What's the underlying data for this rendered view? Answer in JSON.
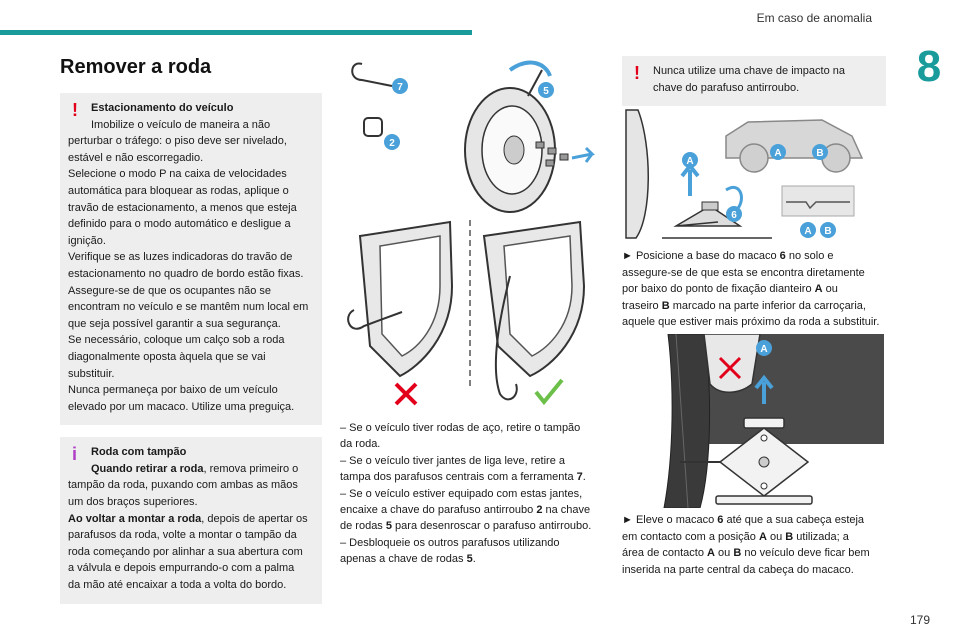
{
  "header": {
    "section": "Em caso de anomalia",
    "chapter": "8",
    "page": "179"
  },
  "title": "Remover a roda",
  "box_parking": {
    "heading": "Estacionamento do veículo",
    "lines": [
      "Imobilize o veículo de maneira a não",
      "perturbar o tráfego: o piso deve ser nivelado,",
      "estável e não escorregadio.",
      "Selecione o modo P  na caixa de velocidades",
      "automática para bloquear as rodas, aplique o",
      "travão de estacionamento, a menos que esteja",
      "definido para o modo automático e desligue a",
      "ignição.",
      "Verifique se as luzes indicadoras do travão de",
      "estacionamento no quadro de bordo estão fixas.",
      "Assegure-se de que os ocupantes não se",
      "encontram no veículo e se mantêm num local em",
      "que seja possível garantir a sua segurança.",
      "Se necessário, coloque um calço sob a roda",
      "diagonalmente oposta àquela que se vai",
      "substituir.",
      "Nunca permaneça por baixo de um veículo",
      "elevado por um macaco. Utilize uma preguiça."
    ]
  },
  "box_hubcap": {
    "heading": "Roda com tampão",
    "line1_bold": "Quando retirar a roda",
    "line1_rest": ", remova primeiro o",
    "lines_a": [
      "tampão da roda, puxando com ambas as mãos",
      "um dos braços superiores."
    ],
    "line2_bold": "Ao voltar a montar a roda",
    "line2_rest": ", depois de apertar os",
    "lines_b": [
      "parafusos da roda, volte a montar o tampão da",
      "roda começando por alinhar a sua abertura com",
      "a válvula e depois empurrando-o com a palma",
      "da mão até encaixar a toda a volta do bordo."
    ]
  },
  "mid_text": {
    "l1": "–  Se o veículo tiver rodas de aço, retire o tampão",
    "l2": "da roda.",
    "l3": "–  Se o veículo tiver jantes de liga leve, retire a",
    "l4a": "tampa dos parafusos centrais com a ferramenta ",
    "l4b": "7",
    "l4c": ".",
    "l5": "–  Se o veículo estiver equipado com estas jantes,",
    "l6a": "encaixe a chave do parafuso antirroubo ",
    "l6b": "2",
    "l6c": " na chave",
    "l7a": "de rodas ",
    "l7b": "5",
    "l7c": " para desenroscar o parafuso antirroubo.",
    "l8": "–  Desbloqueie os outros parafusos utilizando",
    "l9a": "apenas a chave de rodas ",
    "l9b": "5",
    "l9c": "."
  },
  "warning_box": {
    "l1": "Nunca utilize uma chave de impacto na",
    "l2": "chave do parafuso antirroubo."
  },
  "step1": {
    "arrow": "►",
    "l1a": "  Posicione a base do macaco ",
    "l1b": "6",
    "l1c": " no solo e",
    "l2": "assegure-se de que esta se encontra diretamente",
    "l3a": "por baixo do ponto de fixação dianteiro ",
    "l3b": "A",
    "l3c": " ou",
    "l4a": "traseiro ",
    "l4b": "B",
    "l4c": " marcado na parte inferior da carroçaria,",
    "l5": "aquele que estiver mais próximo da roda a substituir."
  },
  "step2": {
    "arrow": "►",
    "l1a": "  Eleve o macaco ",
    "l1b": "6",
    "l1c": " até que a sua cabeça esteja",
    "l2a": "em contacto com a posição ",
    "l2b": "A",
    "l2c": " ou ",
    "l2d": "B",
    "l2e": " utilizada; a",
    "l3a": "área de contacto ",
    "l3b": "A",
    "l3c": " ou ",
    "l3d": "B",
    "l3e": " no veículo deve ficar bem",
    "l4": "inserida na parte central da cabeça do macaco."
  },
  "labels": {
    "n7": "7",
    "n2": "2",
    "n5": "5",
    "n6": "6",
    "a": "A",
    "b": "B"
  },
  "colors": {
    "accent": "#1a9b9b",
    "warning": "#e3001b",
    "info": "#b03ec6",
    "callout": "#4aa0d8",
    "ok": "#6cc04a"
  }
}
